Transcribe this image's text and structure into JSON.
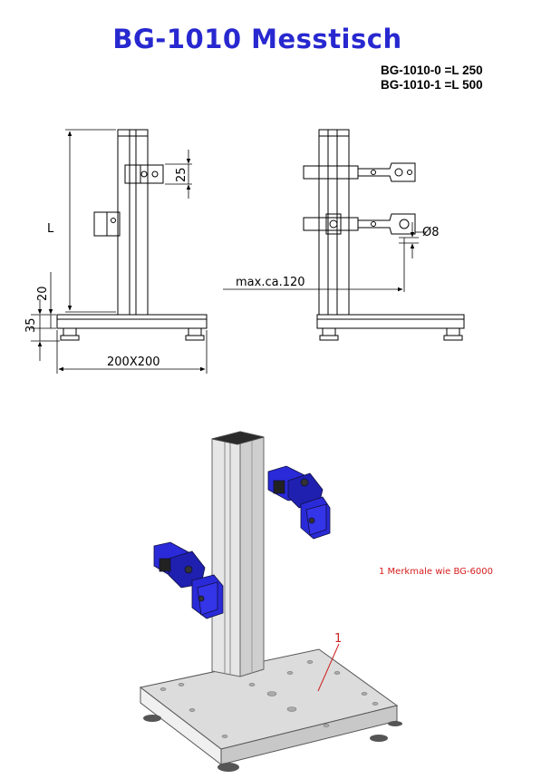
{
  "title": "BG-1010  Messtisch",
  "variants": [
    "BG-1010-0 =L 250",
    "BG-1010-1 =L 500"
  ],
  "dimensions": {
    "length": "L",
    "gap": "25",
    "height_20": "20",
    "height_35": "35",
    "base": "200X200",
    "reach": "max.ca.120",
    "diameter": "Ø8"
  },
  "callout": "1",
  "note": "1 Merkmale wie BG-6000",
  "colors": {
    "title": "#2828d0",
    "note": "#d81c1c",
    "clamp": "#2a2ad8"
  }
}
